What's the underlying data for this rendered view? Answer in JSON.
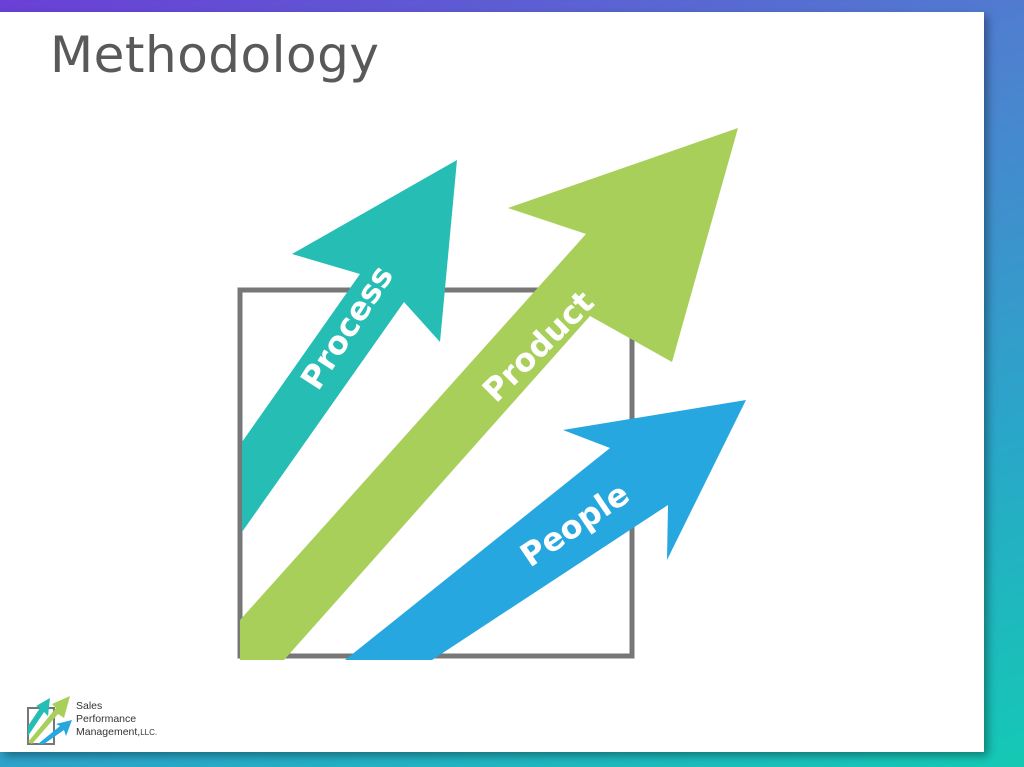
{
  "slide": {
    "title": "Methodology"
  },
  "diagram": {
    "arrows": [
      {
        "label": "Process",
        "color": "#25bdb4"
      },
      {
        "label": "Product",
        "color": "#a8cf5a"
      },
      {
        "label": "People",
        "color": "#27a7df"
      }
    ],
    "frame_color": "#777777"
  },
  "logo": {
    "line1": "Sales",
    "line2": "Performance",
    "line3": "Management,",
    "suffix": "LLC.",
    "colors": [
      "#25bdb4",
      "#a8cf5a",
      "#27a7df"
    ]
  }
}
